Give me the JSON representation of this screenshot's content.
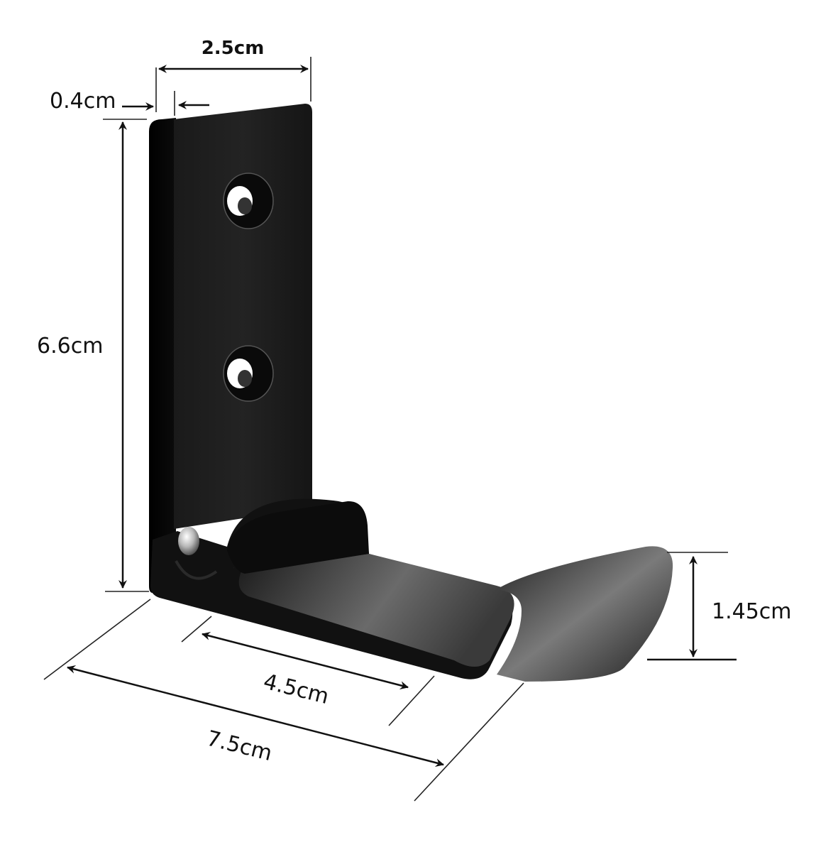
{
  "diagram": {
    "subject": "Folding wall hook (black) with dimensions",
    "colors": {
      "background": "#ffffff",
      "product": "#111111",
      "product_highlight": "#5a5a5a",
      "pin": "#c9c9c9",
      "annotation": "#111111"
    },
    "dimensions": {
      "width": {
        "label": "2.5cm"
      },
      "thickness": {
        "label": "0.4cm"
      },
      "height": {
        "label": "6.6cm"
      },
      "tip_height": {
        "label": "1.45cm"
      },
      "inner_length": {
        "label": "4.5cm"
      },
      "total_length": {
        "label": "7.5cm"
      }
    }
  }
}
